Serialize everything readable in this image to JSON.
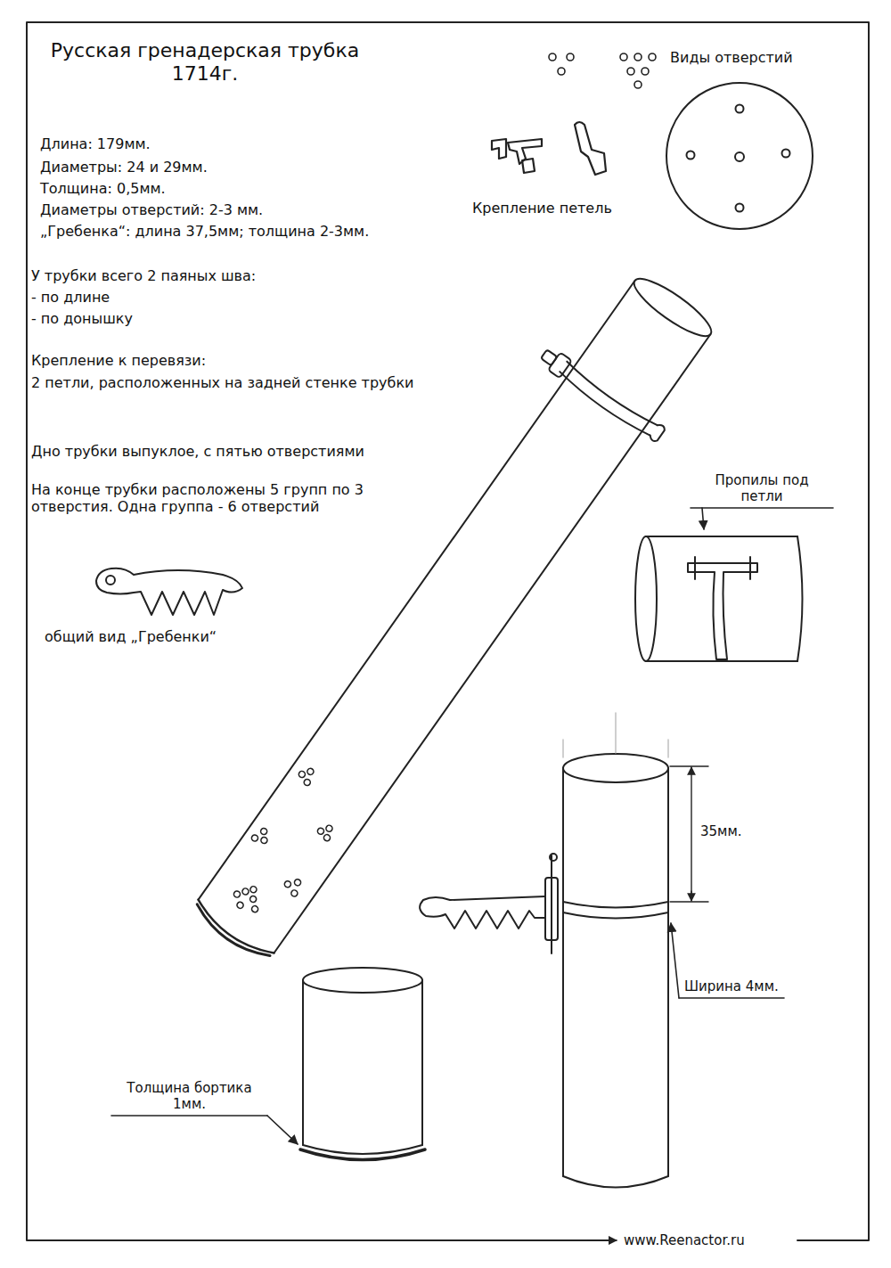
{
  "diagram": {
    "title": "Русская гренадерская трубка 1714г.",
    "labels": [
      "Длина: 179мм.",
      "Диаметры: 24 и 29мм.",
      "Толщина: 0,5мм.",
      "Диаметры отверстий: 2-3 мм.",
      "„Гребенка“: длина 37,5мм; толщина 2-3мм.",
      "У трубки всего 2 паяных шва:",
      "- по длине",
      "- по донышку",
      "Крепление к перевязи:",
      "2 петли, расположенных на задней стенке трубки",
      "Дно трубки выпуклое, с пятью отверстиями",
      "На конце трубки расположены 5 групп по 3 отверстия. Одна группа - 6 отверстий",
      "общий вид „Гребенки“",
      "Виды отверстий",
      "Крепление петель",
      "Пропилы под петли",
      "35мм.",
      "Ширина 4мм.",
      "Толщина бортика 1мм.",
      "www.Reenactor.ru"
    ]
  }
}
